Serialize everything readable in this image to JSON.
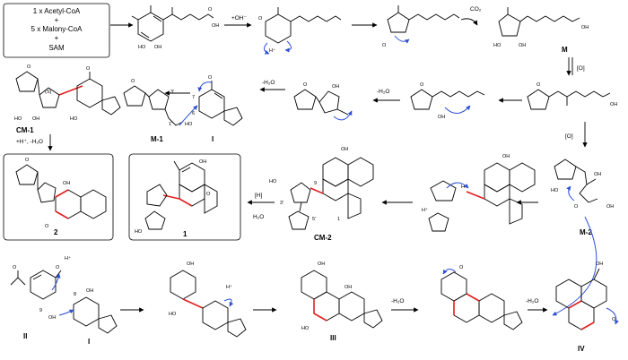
{
  "start_box": {
    "line1": "1 x Acetyl-CoA",
    "line2": "+",
    "line3": "5 x Malony-CoA",
    "line4": "+",
    "line5": "SAM"
  },
  "reagents": {
    "hydroxide": "+OH⁻",
    "co2": "CO₂",
    "oxid1": "[O]",
    "oxid2": "[O]",
    "minus_water_1": "-H₂O",
    "minus_water_2": "-H₂O",
    "plus_h_minus_water": "+H⁺, -H₂O",
    "reduction": "[H]",
    "water": "H₂O",
    "minus_water_3": "-H₂O",
    "minus_water_4": "-H₂O"
  },
  "compounds": {
    "M": "M",
    "CM1": "CM-1",
    "M1": "M-1",
    "I_a": "I",
    "I_b": "I",
    "II": "II",
    "III": "III",
    "IV": "IV",
    "M2": "M-2",
    "CM2": "CM-2",
    "product2": "2",
    "product1": "1"
  },
  "atom_labels": {
    "S": "(S)",
    "n3p": "3'",
    "n1p": "1'",
    "n7": "7",
    "n6": "6",
    "n9": "9",
    "n3pp": "3'",
    "n5p": "5'",
    "n9b": "9",
    "n8": "8",
    "n1": "1",
    "hplus_1": "H⁺",
    "hplus_2": "H⁺",
    "hplus_3": "H⁺",
    "hplus_4": "H⁺",
    "oh": "OH",
    "o": "O",
    "ho": "HO",
    "h": "H"
  },
  "colors": {
    "new_bond": "#e02020",
    "electron_arrow": "#2b4fd6"
  }
}
